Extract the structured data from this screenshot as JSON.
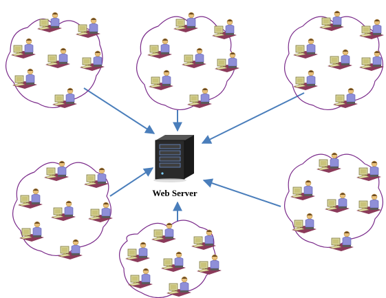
{
  "server": {
    "label": "Web Server",
    "icon": "server-tower-icon"
  },
  "clusters": [
    {
      "id": "top-left",
      "workstations": 7
    },
    {
      "id": "top-center",
      "workstations": 7
    },
    {
      "id": "top-right",
      "workstations": 7
    },
    {
      "id": "bottom-left",
      "workstations": 7
    },
    {
      "id": "bottom-center",
      "workstations": 7
    },
    {
      "id": "bottom-right",
      "workstations": 7
    }
  ],
  "colors": {
    "arrow": "#4a7ebb",
    "network_link": "#7a2a8a",
    "monitor": "#d8d49a",
    "desk": "#8b3a5a",
    "person_shirt": "#8f8fd8",
    "person_skin": "#e8c07a",
    "server_body": "#2a2a2a"
  }
}
